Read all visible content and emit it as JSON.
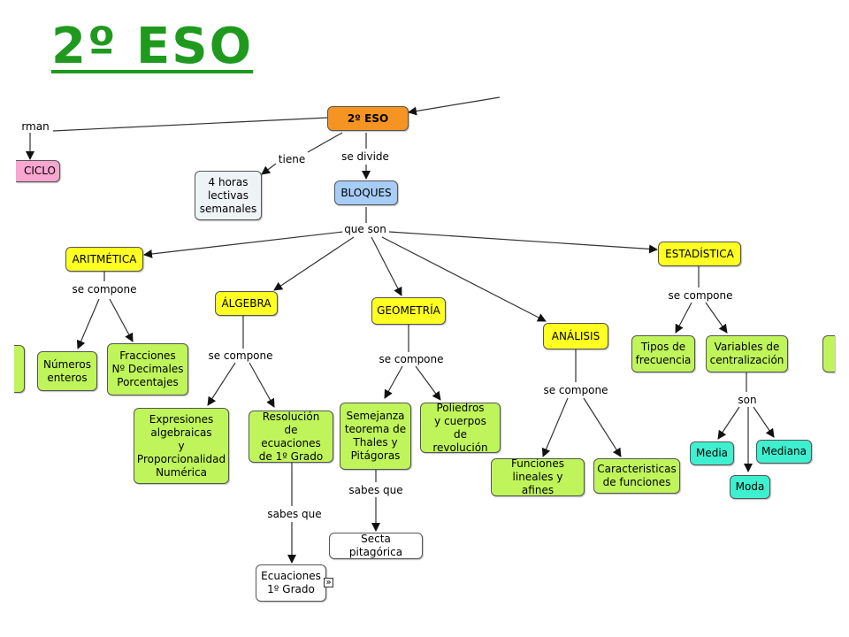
{
  "title": "2º ESO",
  "colors": {
    "title": "#1f9a1f",
    "root": "#f59422",
    "bloques": "#a7ccf5",
    "category": "#ffff22",
    "leaf": "#bff55a",
    "secondary": "#3ef0cf",
    "pink": "#f9a6d1",
    "neutral": "#eef3f6",
    "white": "#ffffff"
  },
  "nodes": {
    "root": "2º ESO",
    "ciclo": "CICLO",
    "horas": "4 horas\nlectivas\nsemanales",
    "bloques": "BLOQUES",
    "aritmetica": "ARITMÉTICA",
    "algebra": "ÁLGEBRA",
    "geometria": "GEOMETRÍA",
    "analisis": "ANÁLISIS",
    "estadistica": "ESTADÍSTICA",
    "numeros": "Números\nenteros",
    "fracciones": "Fracciones\nNº Decimales\nPorcentajes",
    "expresiones": "Expresiones\nalgebraicas\ny\nProporcionalidad\nNumérica",
    "resolucion": "Resolución\nde ecuaciones\nde 1º Grado",
    "semejanza": "Semejanza\nteorema de\nThales y\nPitágoras",
    "poliedros": "Poliedros\ny cuerpos\nde revolución",
    "funciones": "Funciones\nlineales y afines",
    "caracteristicas": "Caracteristicas\nde funciones",
    "tipos": "Tipos de\nfrecuencia",
    "variables": "Variables de\ncentralización",
    "media": "Media",
    "mediana": "Mediana",
    "moda": "Moda",
    "secta": "Secta pitagórica",
    "ecuaciones": "Ecuaciones\n1º Grado"
  },
  "labels": {
    "forman": "rman",
    "tiene": "tiene",
    "se_divide": "se divide",
    "que_son": "que son",
    "compone_arit": "se compone",
    "compone_alg": "se compone",
    "compone_geo": "se compone",
    "compone_ana": "se compone",
    "compone_est": "se compone",
    "son": "son",
    "sabes_que_geo": "sabes que",
    "sabes_que_alg": "sabes que"
  }
}
